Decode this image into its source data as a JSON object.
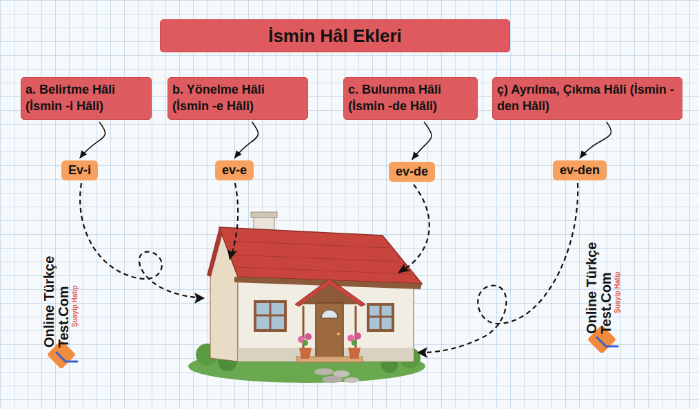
{
  "diagram": {
    "title": "İsmin Hâl Ekleri",
    "nodes": [
      {
        "text": [
          "a. Belirtme Hâli (İsmin -i Hâli)"
        ]
      },
      {
        "text": [
          "b. Yönelme Hâli (İsmin -e Hâli)"
        ]
      },
      {
        "text": [
          "c. Bulunma Hâli (İsmin -de Hâli)"
        ]
      },
      {
        "text": [
          "ç) Ayrılma, Çıkma Hâli (İsmin -den Hâli)"
        ]
      },
      {
        "text": [
          "Ev-i"
        ]
      },
      {
        "text": [
          "ev-e"
        ]
      },
      {
        "text": [
          "ev-de"
        ]
      },
      {
        "text": [
          "ev-den"
        ]
      }
    ],
    "edges": [
      {
        "from": 0,
        "to": 4,
        "arrow": "to"
      },
      {
        "from": 1,
        "to": 5,
        "arrow": "to"
      },
      {
        "from": 2,
        "to": 6,
        "arrow": "to"
      },
      {
        "from": 3,
        "to": 7,
        "arrow": "to"
      }
    ],
    "labels": [
      "Online Türkçe Test.Com",
      "Şuayip Hatip",
      "Online Türkçe Test.Com",
      "Şuayip Hatip"
    ]
  }
}
